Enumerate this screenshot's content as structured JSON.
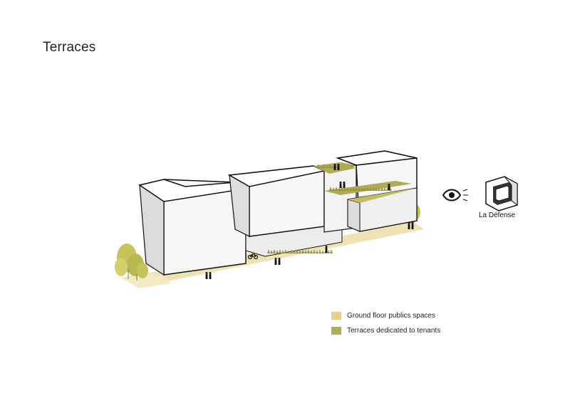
{
  "title": "Terraces",
  "landmark_label": "La Défense",
  "legend": {
    "items": [
      {
        "label": "Ground floor publics spaces",
        "color": "#e6cf8a"
      },
      {
        "label": "Terraces dedicated to tenants",
        "color": "#b2ab55"
      }
    ]
  },
  "colors": {
    "ground": "#efe2b3",
    "terrace_green": "#b2ab55",
    "tree": "#c8c65c",
    "facade_light": "#f5f5f5",
    "facade_shadow": "#d9d9d9",
    "outline": "#111111"
  },
  "icons": [
    "eye-icon",
    "la-defense-arch-icon",
    "pedestrian-icon",
    "bicycle-icon",
    "tree-icon",
    "grass-icon"
  ]
}
